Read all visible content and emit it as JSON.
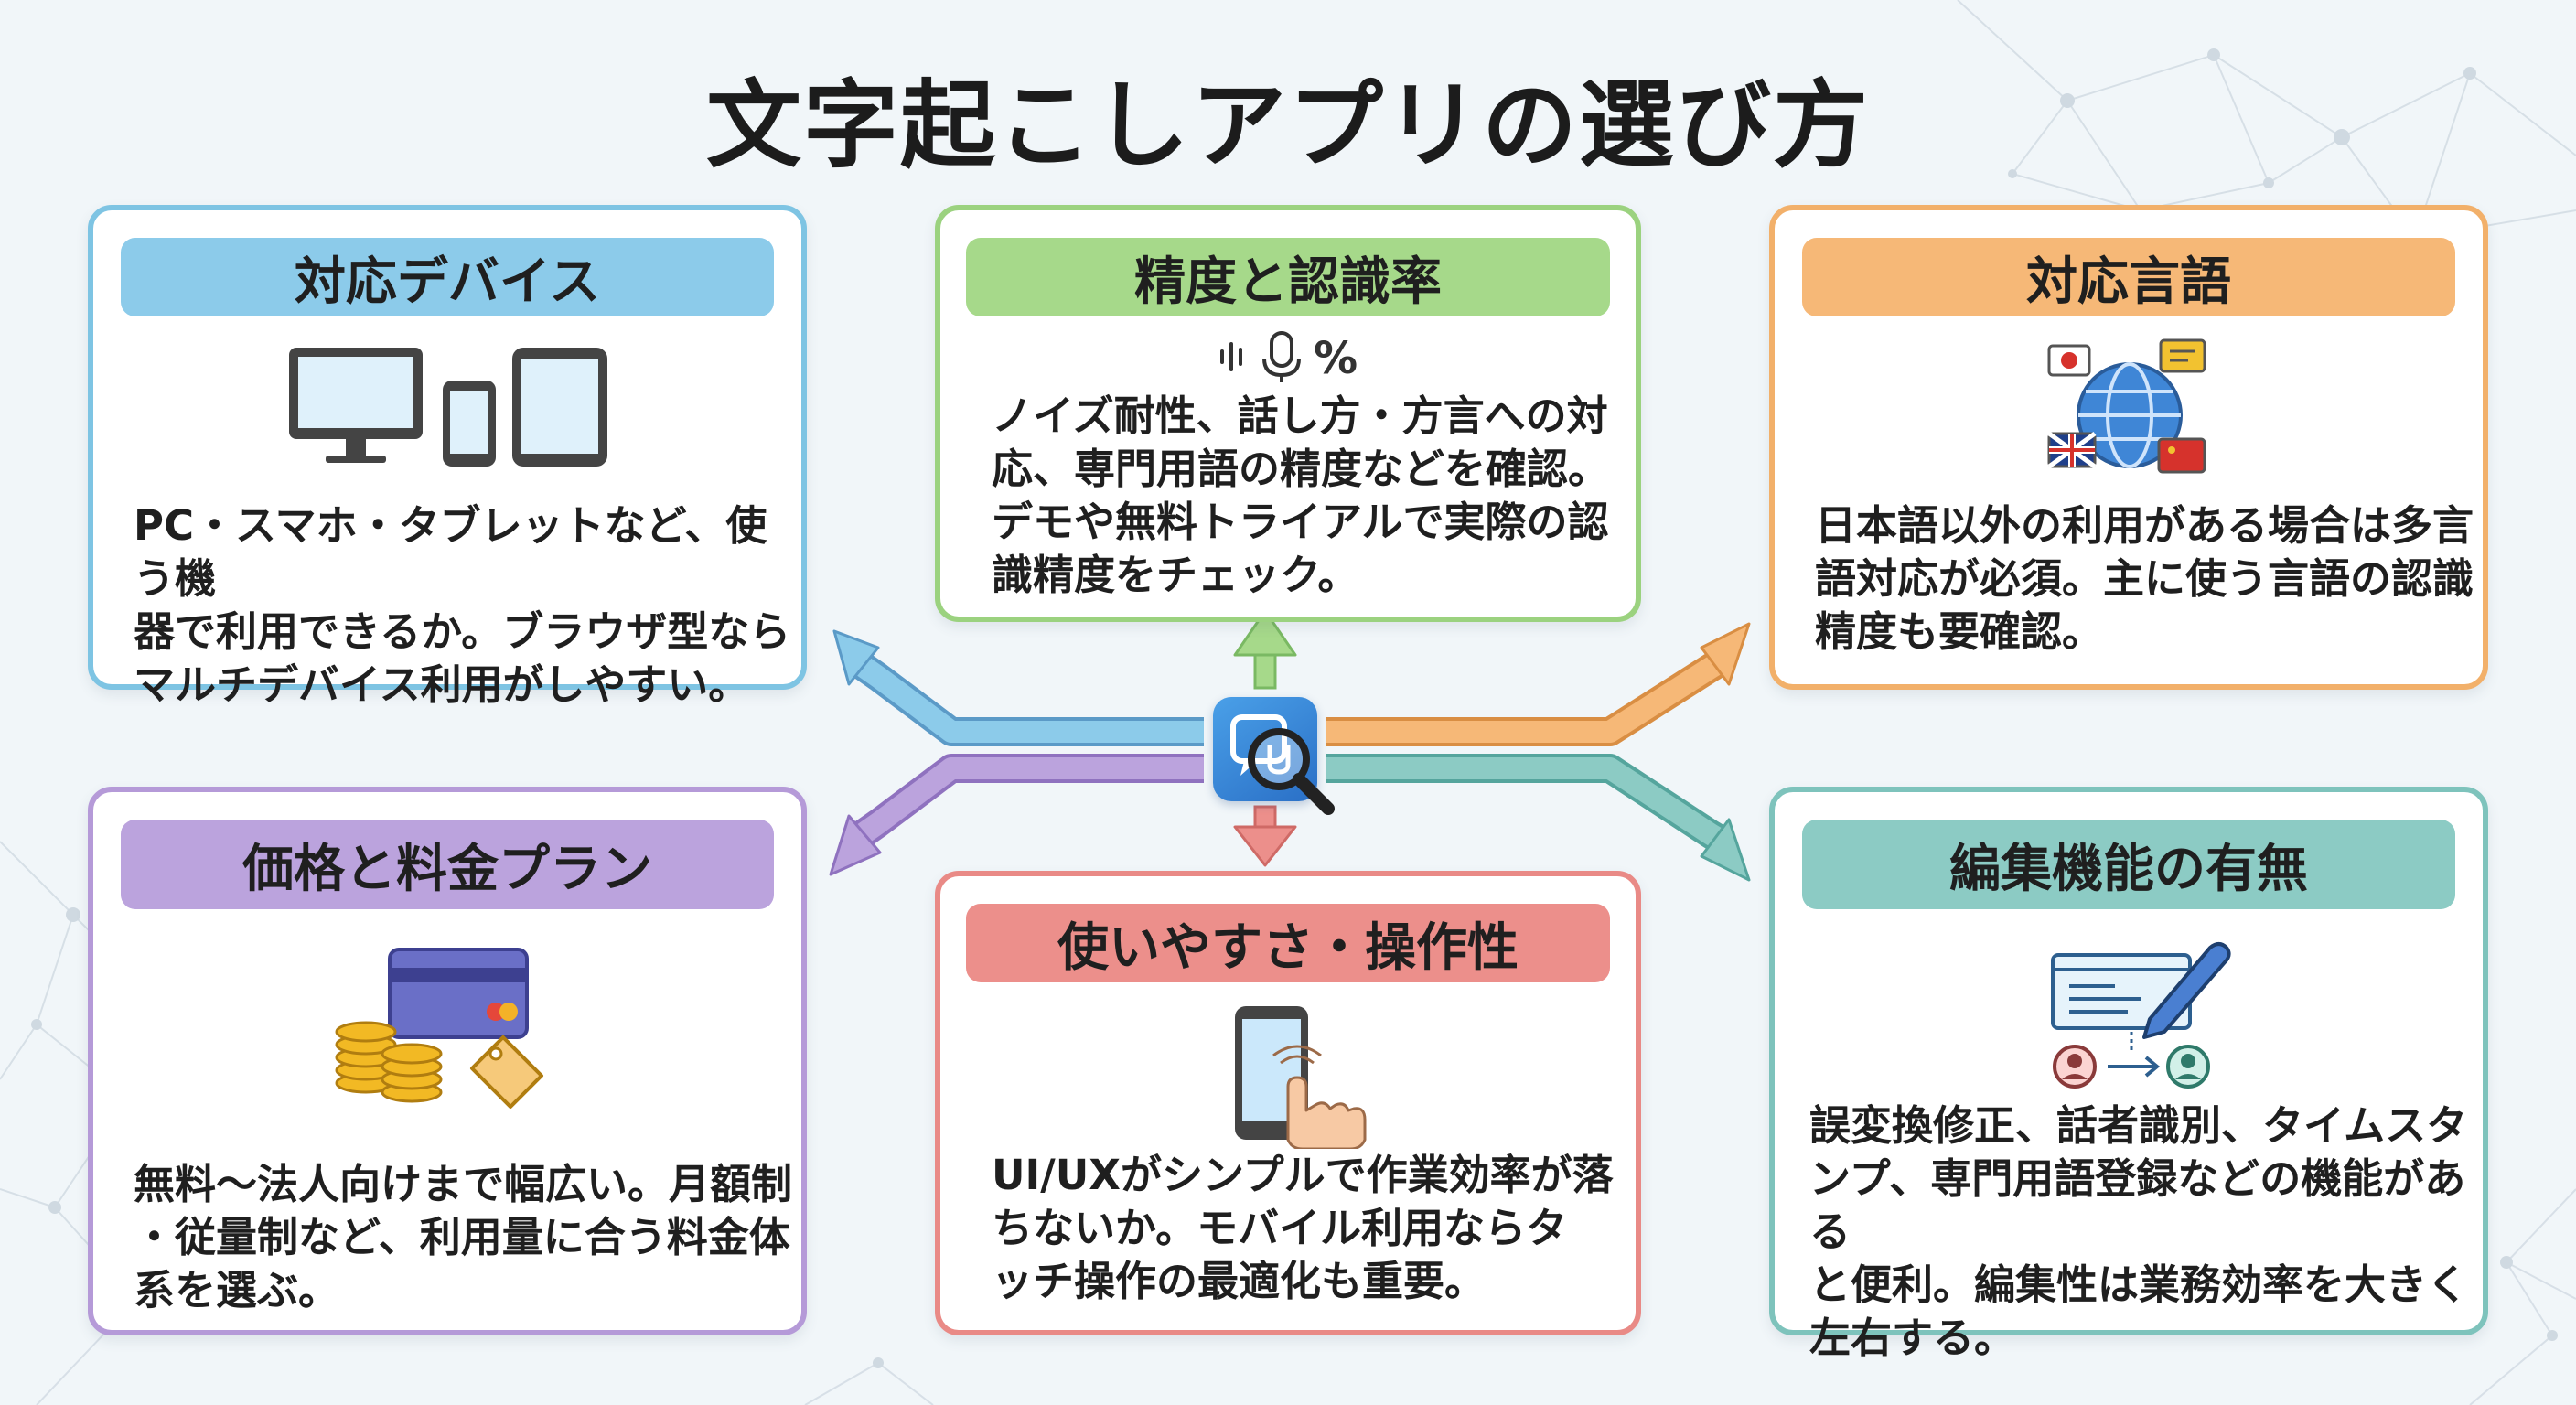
{
  "title": "文字起こしアプリの選び方",
  "cards": {
    "devices": {
      "heading": "対応デバイス",
      "body": "PC・スマホ・タブレットなど、使う機\n器で利用できるか。ブラウザ型なら\nマルチデバイス利用がしやすい。",
      "accent": "#7ec4e3",
      "header_color": "#8ccbea",
      "icon": "devices-icon"
    },
    "accuracy": {
      "heading": "精度と認識率",
      "body": "ノイズ耐性、話し方・方言への対\n応、専門用語の精度などを確認。\nデモや無料トライアルで実際の認\n識精度をチェック。",
      "accent": "#9bd27f",
      "header_color": "#a6d98a",
      "icon": "microphone-percent-icon"
    },
    "language": {
      "heading": "対応言語",
      "body": "日本語以外の利用がある場合は多言\n語対応が必須。主に使う言語の認識\n精度も要確認。",
      "accent": "#f2b06a",
      "header_color": "#f6b877",
      "icon": "globe-flags-icon"
    },
    "pricing": {
      "heading": "価格と料金プラン",
      "body": "無料〜法人向けまで幅広い。月額制\n・従量制など、利用量に合う料金体\n系を選ぶ。",
      "accent": "#b59ad8",
      "header_color": "#bba3dd",
      "icon": "coins-card-tag-icon"
    },
    "usability": {
      "heading": "使いやすさ・操作性",
      "body": "UI/UXがシンプルで作業効率が落\nちないか。モバイル利用ならタ\nッチ操作の最適化も重要。",
      "accent": "#e98a86",
      "header_color": "#ec8f8b",
      "icon": "smartphone-touch-icon"
    },
    "editing": {
      "heading": "編集機能の有無",
      "body": "誤変換修正、話者識別、タイムスタ\nンプ、専門用語登録などの機能がある\nと便利。編集性は業務効率を大きく\n左右する。",
      "accent": "#7ec3bc",
      "header_color": "#8ccbc4",
      "icon": "document-pen-speakers-icon"
    }
  },
  "center_icon": "transcript-search-icon"
}
